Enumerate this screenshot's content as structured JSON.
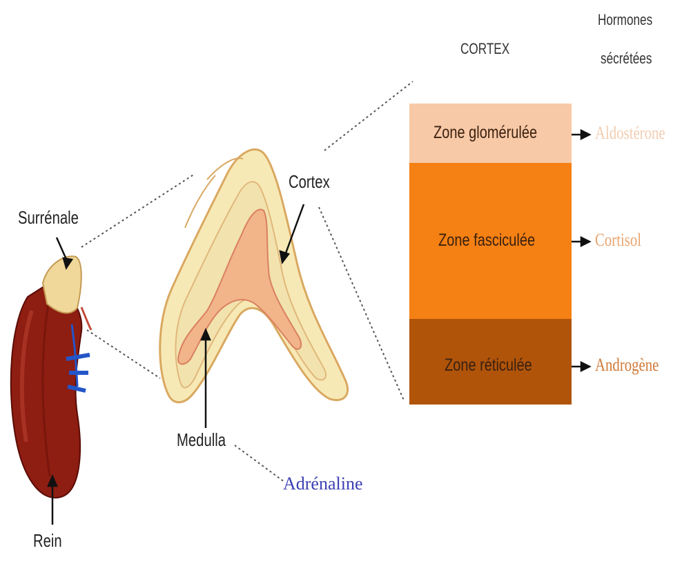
{
  "headers": {
    "cortex": "CORTEX",
    "hormones_line1": "Hormones",
    "hormones_line2": "sécrétées"
  },
  "labels": {
    "surrenale": "Surrénale",
    "cortex": "Cortex",
    "medulla": "Medulla",
    "rein": "Rein",
    "adrenaline": "Adrénaline"
  },
  "zones": [
    {
      "name": "Zone glomérulée",
      "hormone": "Aldostérone",
      "fill": "#f8c9a6",
      "hormone_color": "#f3cdb1"
    },
    {
      "name": "Zone fasciculée",
      "hormone": "Cortisol",
      "fill": "#f58013",
      "hormone_color": "#e8a46e"
    },
    {
      "name": "Zone réticulée",
      "hormone": "Androgène",
      "fill": "#b0540a",
      "hormone_color": "#cf7a38"
    }
  ],
  "colors": {
    "adrenaline_text": "#3b3fb3",
    "kidney": "#8e1d12",
    "adrenal_outer": "#f7e9b6",
    "medulla_core": "#f2b489"
  }
}
